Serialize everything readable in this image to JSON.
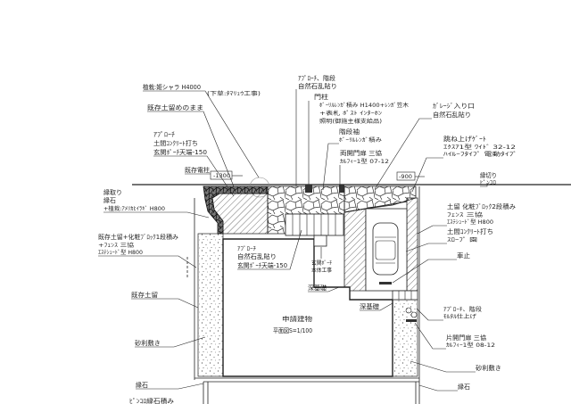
{
  "colors": {
    "ink": "#222222",
    "paper": "#ffffff"
  },
  "labels": {
    "planting_top": "植栽:姫シャラ H4000",
    "undergrowth": "(下草:ﾀﾏﾘｭｳ工事)",
    "existing_retaining_keep": "既存土留めのまま",
    "approach_stairs_top_1": "ｱﾌﾟﾛｰﾁ、階段",
    "approach_stairs_top_2": "自然石乱貼り",
    "gate_pillar_1": "門柱",
    "gate_pillar_2": "ﾎﾞｰﾘﾙﾚﾝｶﾞ積み H1400+ﾚﾝｶﾞ笠木",
    "gate_pillar_3": "+表札 ﾎﾟｽﾄ ｲﾝﾀｰﾎﾝ",
    "gate_pillar_4": "照明(御施主様支給品)",
    "garage_entrance_1": "ｶﾞﾚｰｼﾞ入り口",
    "garage_entrance_2": "自然石乱貼り",
    "approach_left_1": "ｱﾌﾟﾛｰﾁ",
    "approach_left_2": "土間ｺﾝｸﾘｰﾄ打ち",
    "approach_left_3": "玄関ﾎﾟｰﾁ天端-150",
    "stair_side_1": "階段袖",
    "stair_side_2": "ﾎﾞｰﾘﾙﾚﾝｶﾞ積み",
    "lift_gate_1": "跳ね上げｹﾞｰﾄ",
    "lift_gate_2": "ｴｸｽｱ1型 ﾜｲﾄﾞ 32-12",
    "lift_gate_3": "ﾊｲﾙｰﾌﾀｲﾌﾟ 電動ﾀｲﾌﾟ",
    "double_gate_1": "両開門扉 三協",
    "double_gate_2": "ｶﾙﾌｨｰ1型 07-12",
    "utility_pole": "既存電柱",
    "level_left": "-1300",
    "level_right": "-900",
    "edge_cut_1": "縁切り",
    "edge_cut_2": "ﾋﾟﾝｺﾛ",
    "border_1": "縁取り",
    "border_2": "縁石",
    "border_3": "+植栽:ｱﾒﾘｶﾋｲﾗｷﾞ H800",
    "retaining_right_1": "土留 化粧ﾌﾞﾛｯｸ2段積み",
    "retaining_right_2": "ﾌｪﾝｽ 三協",
    "retaining_right_3": "ｴｽﾃｼｭｰﾄﾞ型 H800",
    "slope_1": "土間ｺﾝｸﾘｰﾄ打ち",
    "slope_2": "ｽﾛｰﾌﾟ 園",
    "retaining_left_1": "既存土留+化粧ﾌﾞﾛｯｸ1段積み",
    "retaining_left_2": "+ﾌｪﾝｽ 三協",
    "retaining_left_3": "ｴｽﾃｼｭｰﾄﾞ型 H800",
    "approach_center_1": "ｱﾌﾟﾛｰﾁ",
    "approach_center_2": "自然石乱貼り",
    "approach_center_3": "玄関ﾎﾟｰﾁ天端-150",
    "car_stop": "車止",
    "porch_1": "玄関ﾎﾟｰﾁ",
    "porch_2": "本体工事",
    "existing_retaining": "既存土留",
    "deep_foundation_1": "深基礎",
    "deep_foundation_2": "深基礎",
    "approach_stairs_right_1": "ｱﾌﾟﾛｰﾁ、階段",
    "approach_stairs_right_2": "ﾓﾙﾀﾙ仕上げ",
    "building": "申請建物",
    "plan_title": "平面図S=1/100",
    "gravel_left": "砂利敷き",
    "single_gate_1": "片開門扉 三協",
    "single_gate_2": "ｶﾙﾌｨｰ1型 08-12",
    "gravel_right": "砂利敷き",
    "curb_left": "縁石",
    "curb_right": "縁石",
    "bottom_cut": "ﾋﾟﾝｺﾛ縁石積み"
  }
}
